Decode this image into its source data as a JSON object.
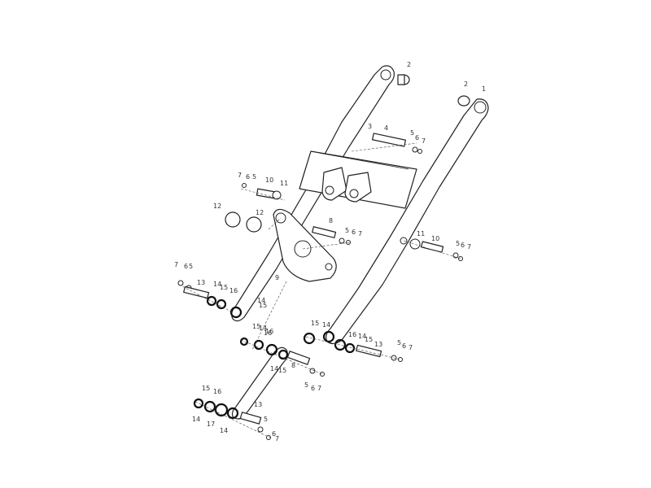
{
  "diagram": {
    "callouts": [
      "1",
      "2",
      "2",
      "3",
      "4",
      "5",
      "6",
      "7",
      "7",
      "6",
      "5",
      "10",
      "11",
      "12",
      "12",
      "8",
      "5",
      "6",
      "7",
      "9",
      "11",
      "10",
      "5",
      "6",
      "7",
      "7",
      "6",
      "5",
      "13",
      "14",
      "15",
      "16",
      "14",
      "15",
      "15",
      "14",
      "16",
      "15",
      "14",
      "16",
      "14",
      "15",
      "8",
      "5",
      "6",
      "7",
      "16",
      "14",
      "15",
      "13",
      "5",
      "6",
      "7",
      "15",
      "16",
      "14",
      "17",
      "14",
      "13",
      "5",
      "6",
      "7"
    ]
  }
}
